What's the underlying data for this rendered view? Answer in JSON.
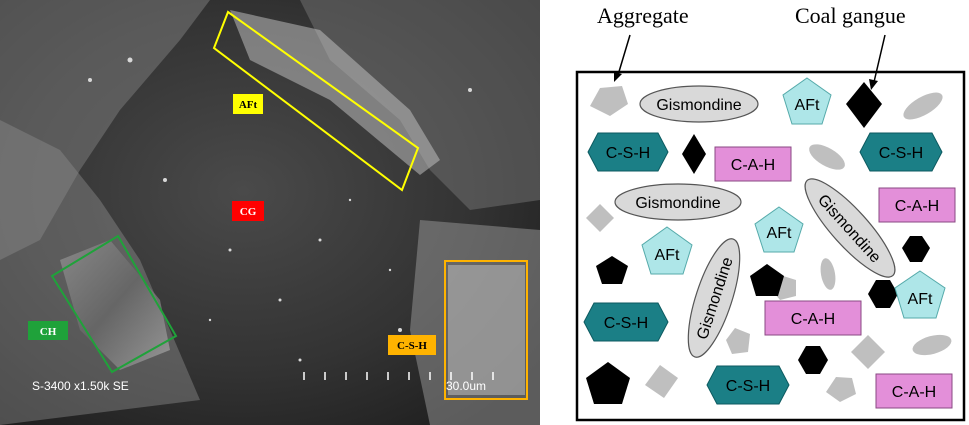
{
  "sem_panel": {
    "labels": {
      "aft": "AFt",
      "cg": "CG",
      "ch": "CH",
      "csh": "C-S-H"
    },
    "info_text": "S-3400 x1.50k SE",
    "scale_text": "30.0um",
    "colors": {
      "aft": "#ffff00",
      "cg": "#ff0000",
      "ch": "#1fa23a",
      "csh": "#ffb300"
    }
  },
  "schematic": {
    "aggregate_label": "Aggregate",
    "coal_gangue_label": "Coal gangue",
    "gismondine": "Gismondine",
    "aft": "AFt",
    "csh": "C-S-H",
    "cah": "C-A-H",
    "colors": {
      "aft_fill": "#aee6e8",
      "csh_fill": "#1b7f86",
      "cah_fill": "#e38fd9",
      "gismondine_fill": "#d9d9d9",
      "aggregate_fill": "#bfbfbf",
      "coal_gangue_fill": "#000000"
    }
  }
}
